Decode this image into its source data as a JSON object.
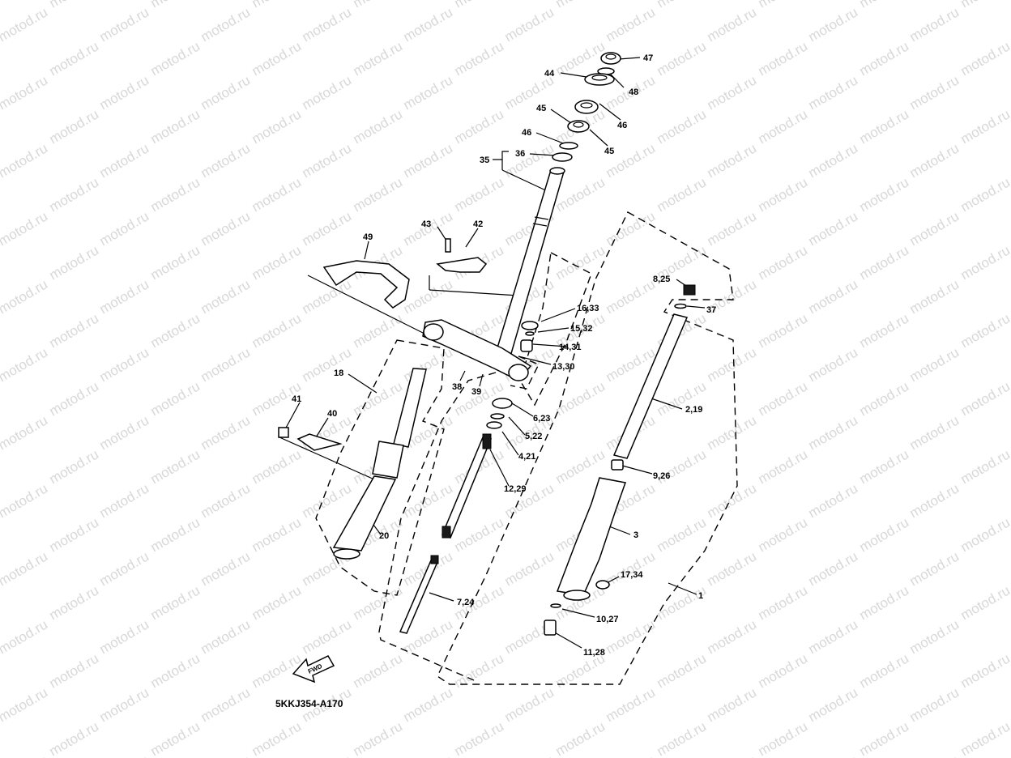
{
  "watermark": "motod.ru",
  "diagram_code": "5KKJ354-A170",
  "fwd_label": "FWD",
  "labels": {
    "l47": "47",
    "l48": "48",
    "l44": "44",
    "l46a": "46",
    "l45a": "45",
    "l45b": "45",
    "l46b": "46",
    "l36": "36",
    "l35": "35",
    "l43": "43",
    "l42": "42",
    "l49": "49",
    "l8_25": "8,25",
    "l37": "37",
    "l16_33": "16,33",
    "l15_32": "15,32",
    "l14_31": "14,31",
    "l13_30": "13,30",
    "l38": "38",
    "l39": "39",
    "l18": "18",
    "l6_23": "6,23",
    "l5_22": "5,22",
    "l4_21": "4,21",
    "l2_19": "2,19",
    "l41": "41",
    "l40": "40",
    "l9_26": "9,26",
    "l12_29": "12,29",
    "l3": "3",
    "l20": "20",
    "l17_34": "17,34",
    "l1": "1",
    "l7_24": "7,24",
    "l10_27": "10,27",
    "l11_28": "11,28"
  },
  "colors": {
    "line": "#000000",
    "watermark": "#d8d8d8",
    "background": "#ffffff"
  }
}
